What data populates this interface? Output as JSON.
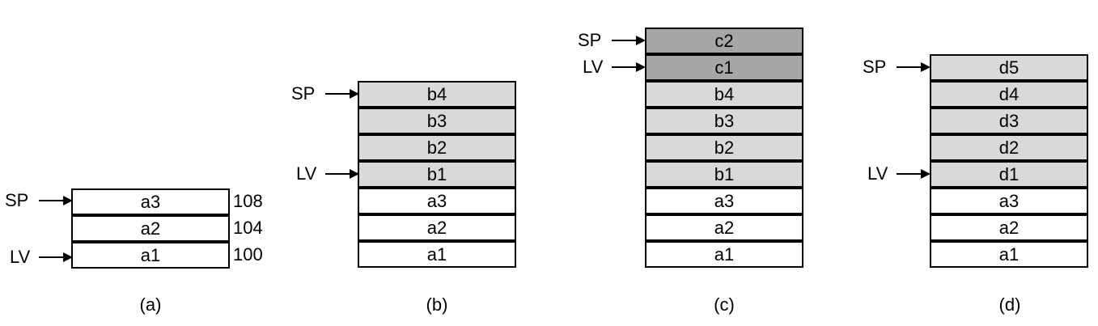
{
  "panels": {
    "a": {
      "caption": "(a)",
      "cells": [
        {
          "label": "a3",
          "fill": "#ffffff"
        },
        {
          "label": "a2",
          "fill": "#ffffff"
        },
        {
          "label": "a1",
          "fill": "#ffffff"
        }
      ],
      "addresses": [
        "108",
        "104",
        "100"
      ],
      "sp": "SP",
      "lv": "LV"
    },
    "b": {
      "caption": "(b)",
      "cells": [
        {
          "label": "b4",
          "fill": "#d9d9d9"
        },
        {
          "label": "b3",
          "fill": "#d9d9d9"
        },
        {
          "label": "b2",
          "fill": "#d9d9d9"
        },
        {
          "label": "b1",
          "fill": "#d9d9d9"
        },
        {
          "label": "a3",
          "fill": "#ffffff"
        },
        {
          "label": "a2",
          "fill": "#ffffff"
        },
        {
          "label": "a1",
          "fill": "#ffffff"
        }
      ],
      "sp": "SP",
      "lv": "LV"
    },
    "c": {
      "caption": "(c)",
      "cells": [
        {
          "label": "c2",
          "fill": "#a6a6a6"
        },
        {
          "label": "c1",
          "fill": "#a6a6a6"
        },
        {
          "label": "b4",
          "fill": "#d9d9d9"
        },
        {
          "label": "b3",
          "fill": "#d9d9d9"
        },
        {
          "label": "b2",
          "fill": "#d9d9d9"
        },
        {
          "label": "b1",
          "fill": "#d9d9d9"
        },
        {
          "label": "a3",
          "fill": "#ffffff"
        },
        {
          "label": "a2",
          "fill": "#ffffff"
        },
        {
          "label": "a1",
          "fill": "#ffffff"
        }
      ],
      "sp": "SP",
      "lv": "LV"
    },
    "d": {
      "caption": "(d)",
      "cells": [
        {
          "label": "d5",
          "fill": "#d9d9d9"
        },
        {
          "label": "d4",
          "fill": "#d9d9d9"
        },
        {
          "label": "d3",
          "fill": "#d9d9d9"
        },
        {
          "label": "d2",
          "fill": "#d9d9d9"
        },
        {
          "label": "d1",
          "fill": "#d9d9d9"
        },
        {
          "label": "a3",
          "fill": "#ffffff"
        },
        {
          "label": "a2",
          "fill": "#ffffff"
        },
        {
          "label": "a1",
          "fill": "#ffffff"
        }
      ],
      "sp": "SP",
      "lv": "LV"
    }
  }
}
